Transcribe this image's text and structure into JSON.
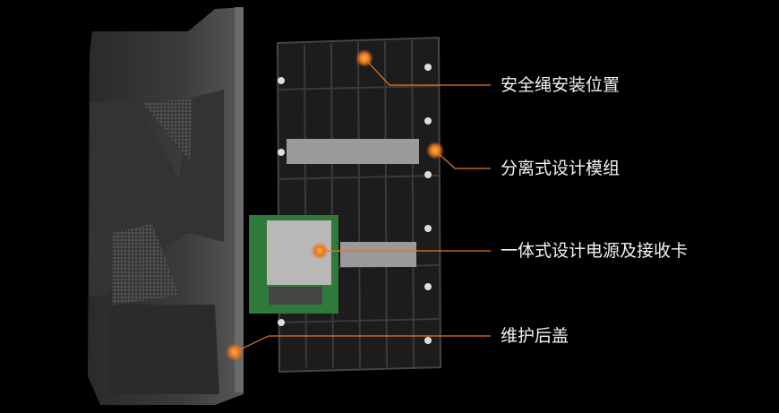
{
  "callouts": [
    {
      "label": "安全绳安装位置"
    },
    {
      "label": "分离式设计模组"
    },
    {
      "label": "一体式设计电源及接收卡"
    },
    {
      "label": "维护后盖"
    }
  ],
  "colors": {
    "background": "#000000",
    "accent": "#e8771e",
    "text": "#f2f2f2"
  }
}
